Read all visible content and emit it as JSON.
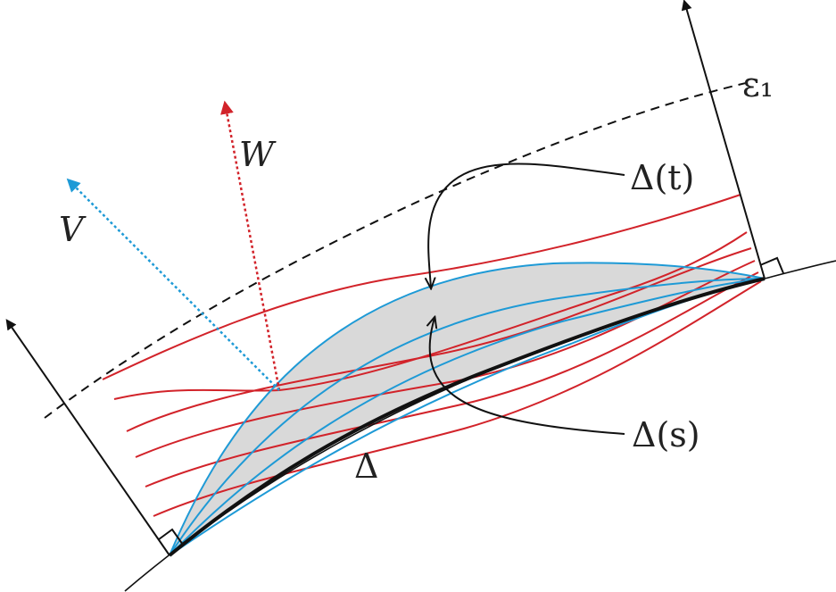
{
  "labels": {
    "epsilon": "ε₁",
    "w": "W",
    "v": "V",
    "delta_t": "Δ(t)",
    "delta_s": "Δ(s)",
    "delta": "Δ"
  },
  "colors": {
    "red_curves": "#d2232a",
    "blue_curves": "#1e9ad6",
    "fill_region": "#d9d9d9",
    "black": "#111111"
  }
}
